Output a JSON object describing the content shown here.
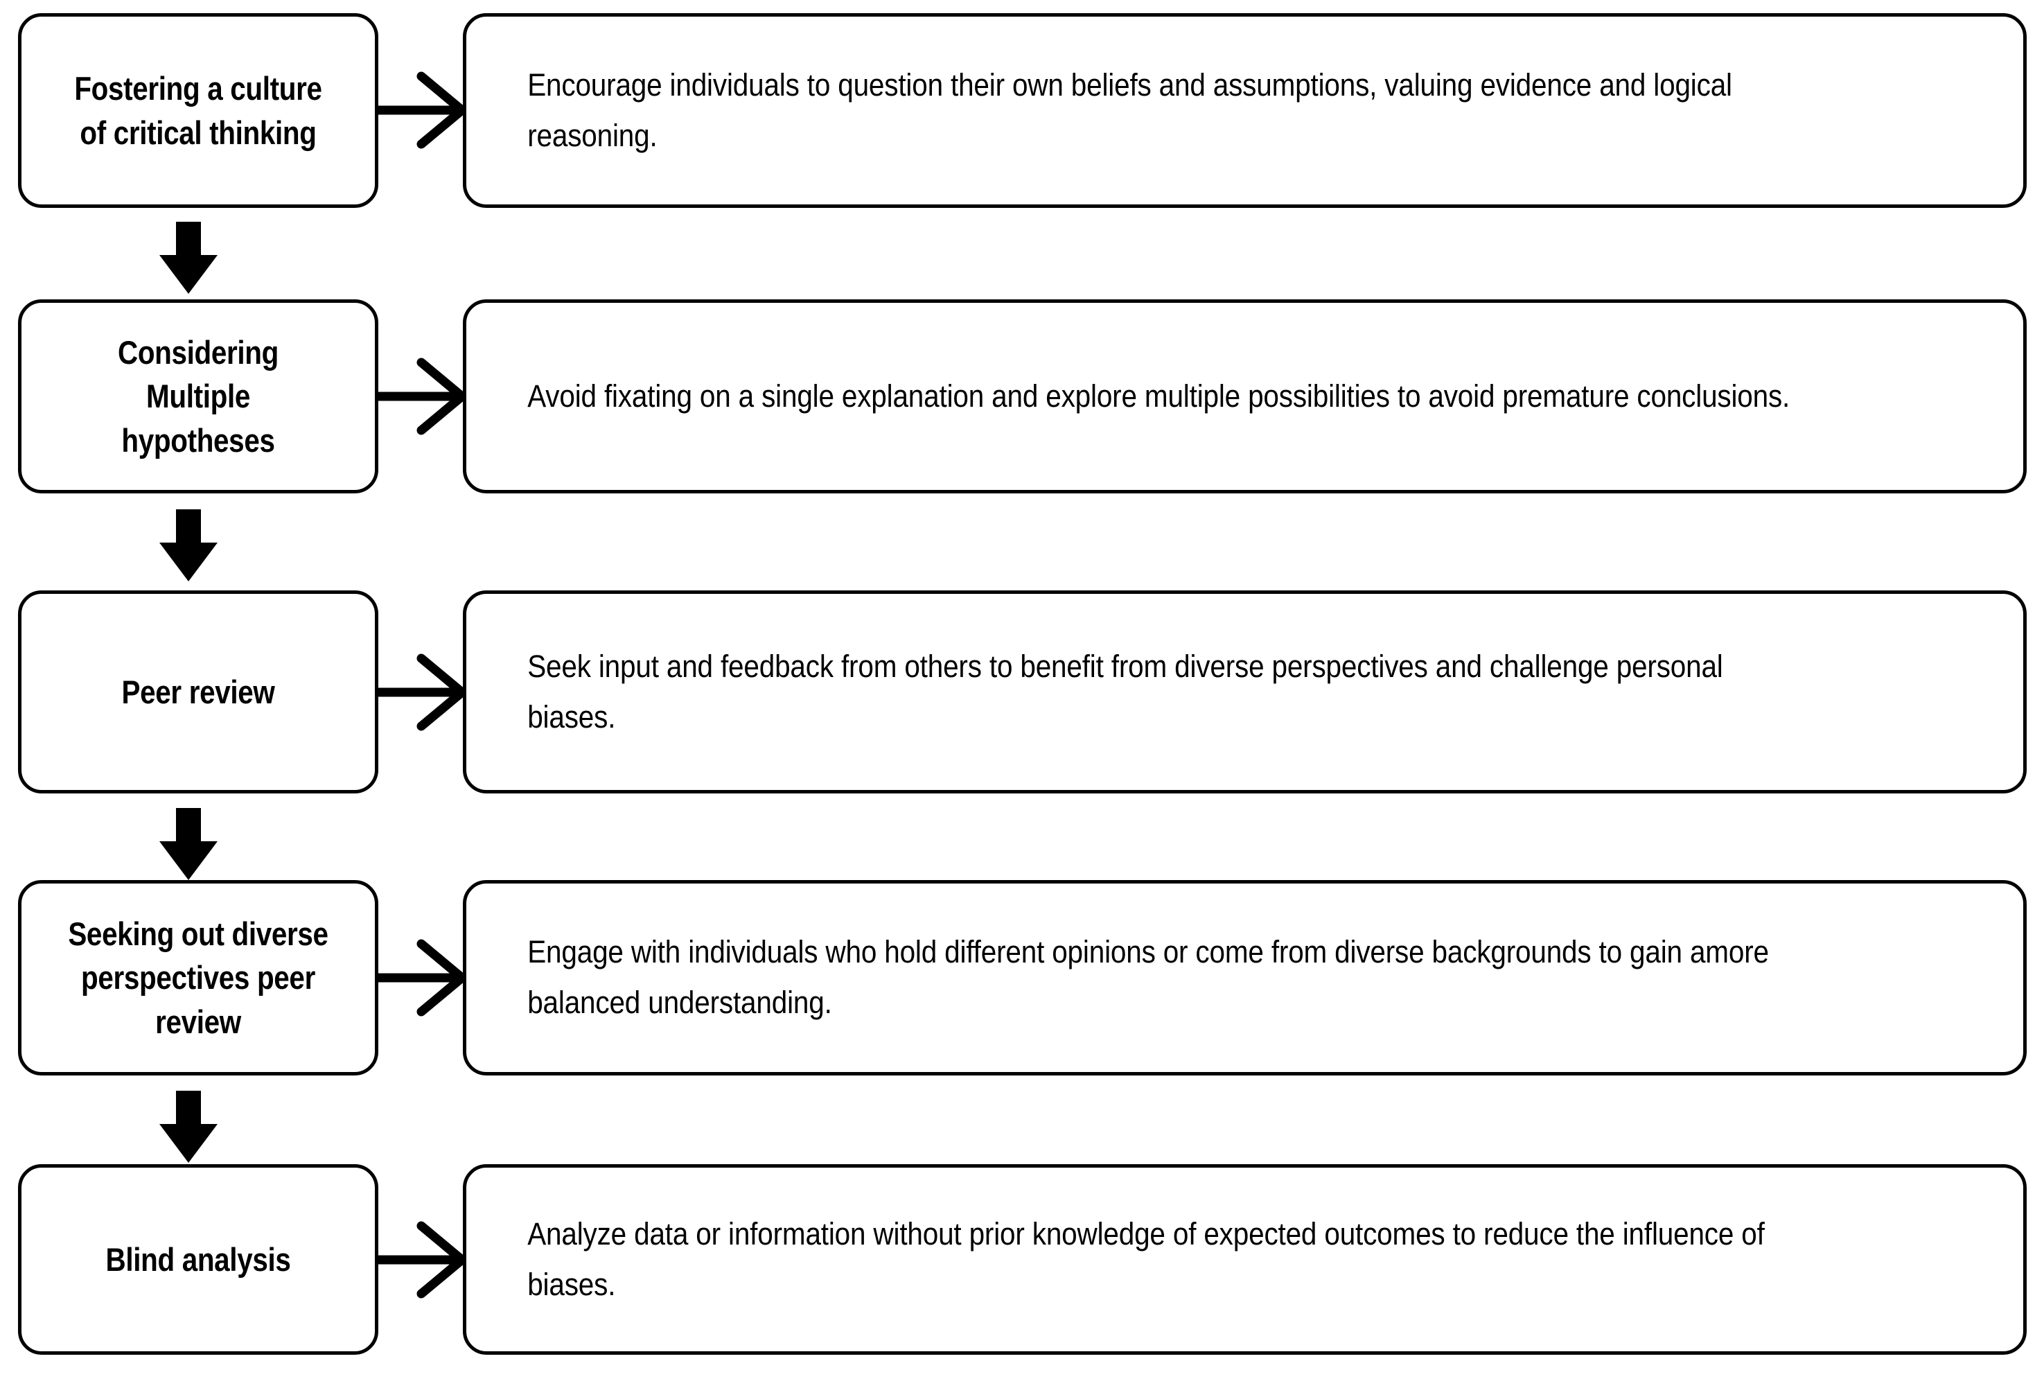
{
  "diagram": {
    "type": "flowchart",
    "orientation": "vertical-sequence-with-side-descriptions",
    "background_color": "#ffffff",
    "stroke_color": "#000000",
    "steps": [
      {
        "title": "Fostering a culture of critical thinking",
        "description": "Encourage individuals to question their own beliefs and assumptions, valuing evidence and logical reasoning."
      },
      {
        "title": "Considering Multiple hypotheses",
        "description": "Avoid fixating on a single explanation and explore multiple possibilities to avoid premature conclusions."
      },
      {
        "title": "Peer review",
        "description": "Seek input and feedback from others to benefit from diverse perspectives and challenge personal biases."
      },
      {
        "title": "Seeking out diverse perspectives peer review",
        "description": "Engage with individuals who hold different opinions or come from diverse backgrounds to gain amore balanced understanding."
      },
      {
        "title": "Blind analysis",
        "description": "Analyze data or information without prior knowledge of expected outcomes to reduce the influence of biases."
      }
    ],
    "connectors": {
      "horizontal_label": "open-arrow-to-description",
      "vertical_label": "block-arrow-to-next-step"
    }
  }
}
